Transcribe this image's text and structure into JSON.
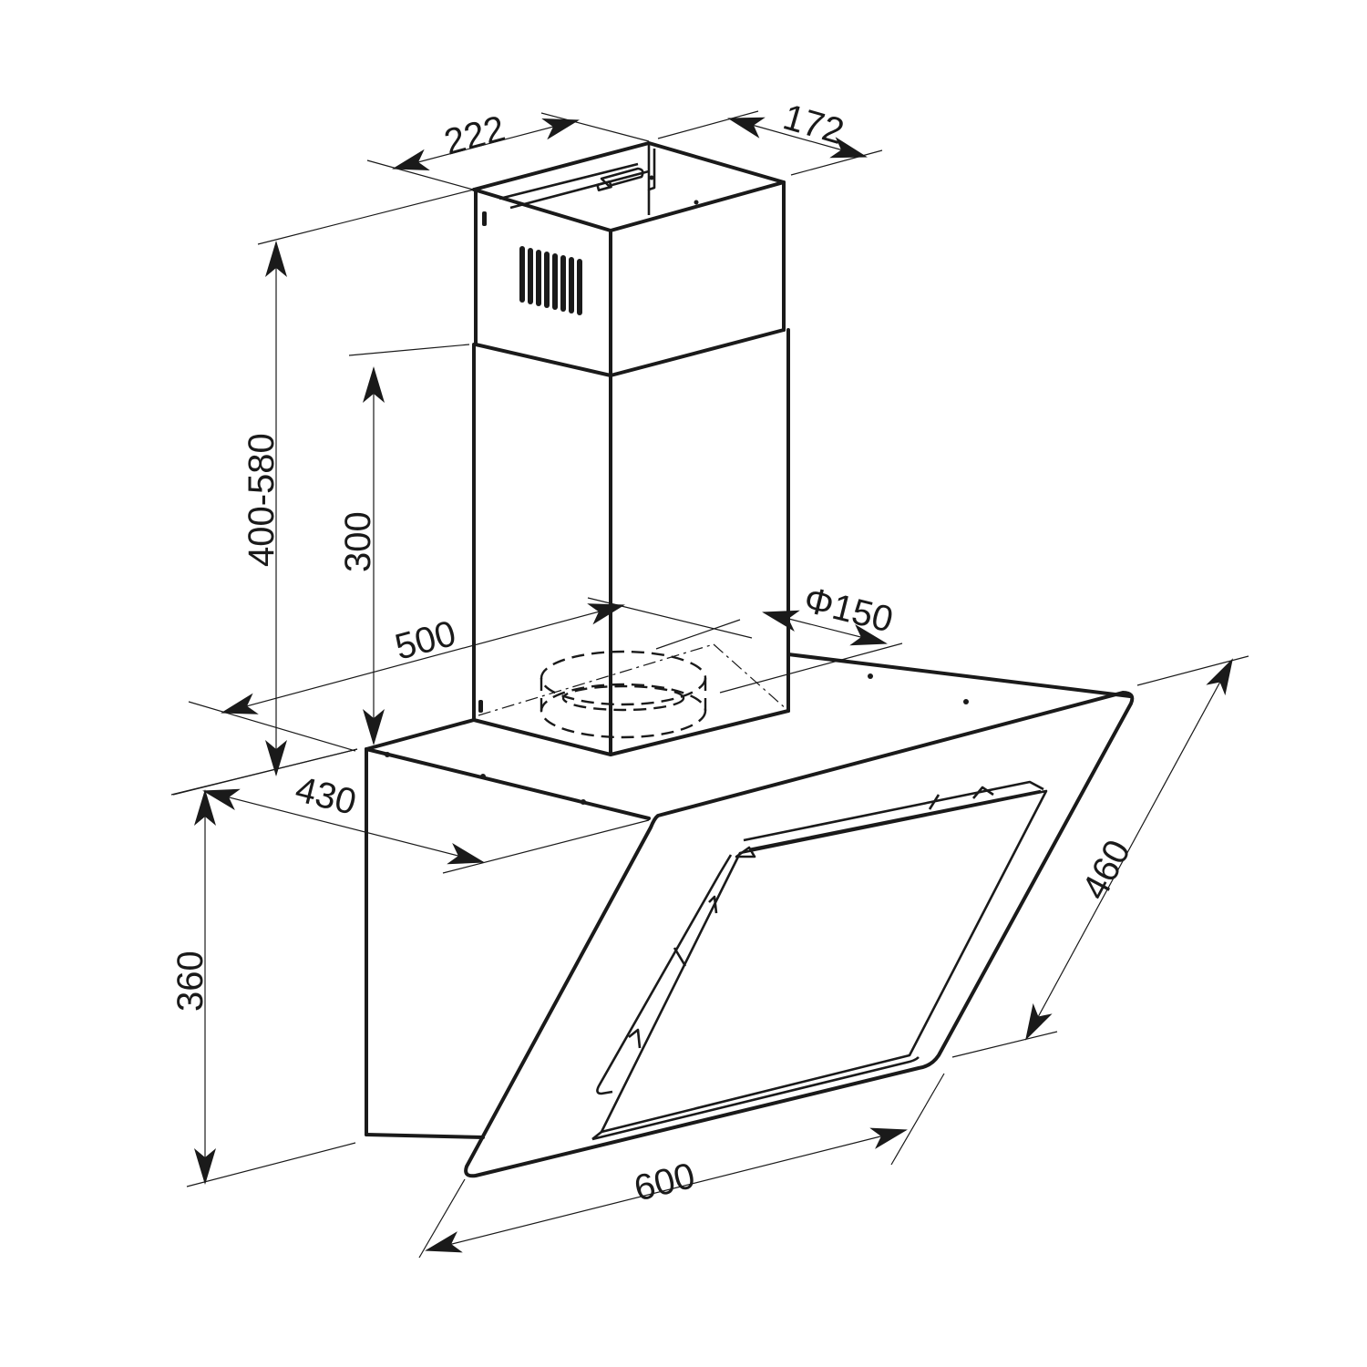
{
  "diagram": {
    "subject": "Angled chimney cooker hood with glass front — dimensional drawing",
    "units": "mm",
    "line_color": "#1a1a1a",
    "background": "#ffffff",
    "dimensions": {
      "chimney_upper_width": "222",
      "chimney_upper_depth": "172",
      "chimney_total_height": "400-580",
      "chimney_lower_height": "300",
      "body_width": "500",
      "duct_diameter": "Φ150",
      "body_depth": "430",
      "body_height": "360",
      "glass_height": "460",
      "glass_width": "600"
    }
  }
}
